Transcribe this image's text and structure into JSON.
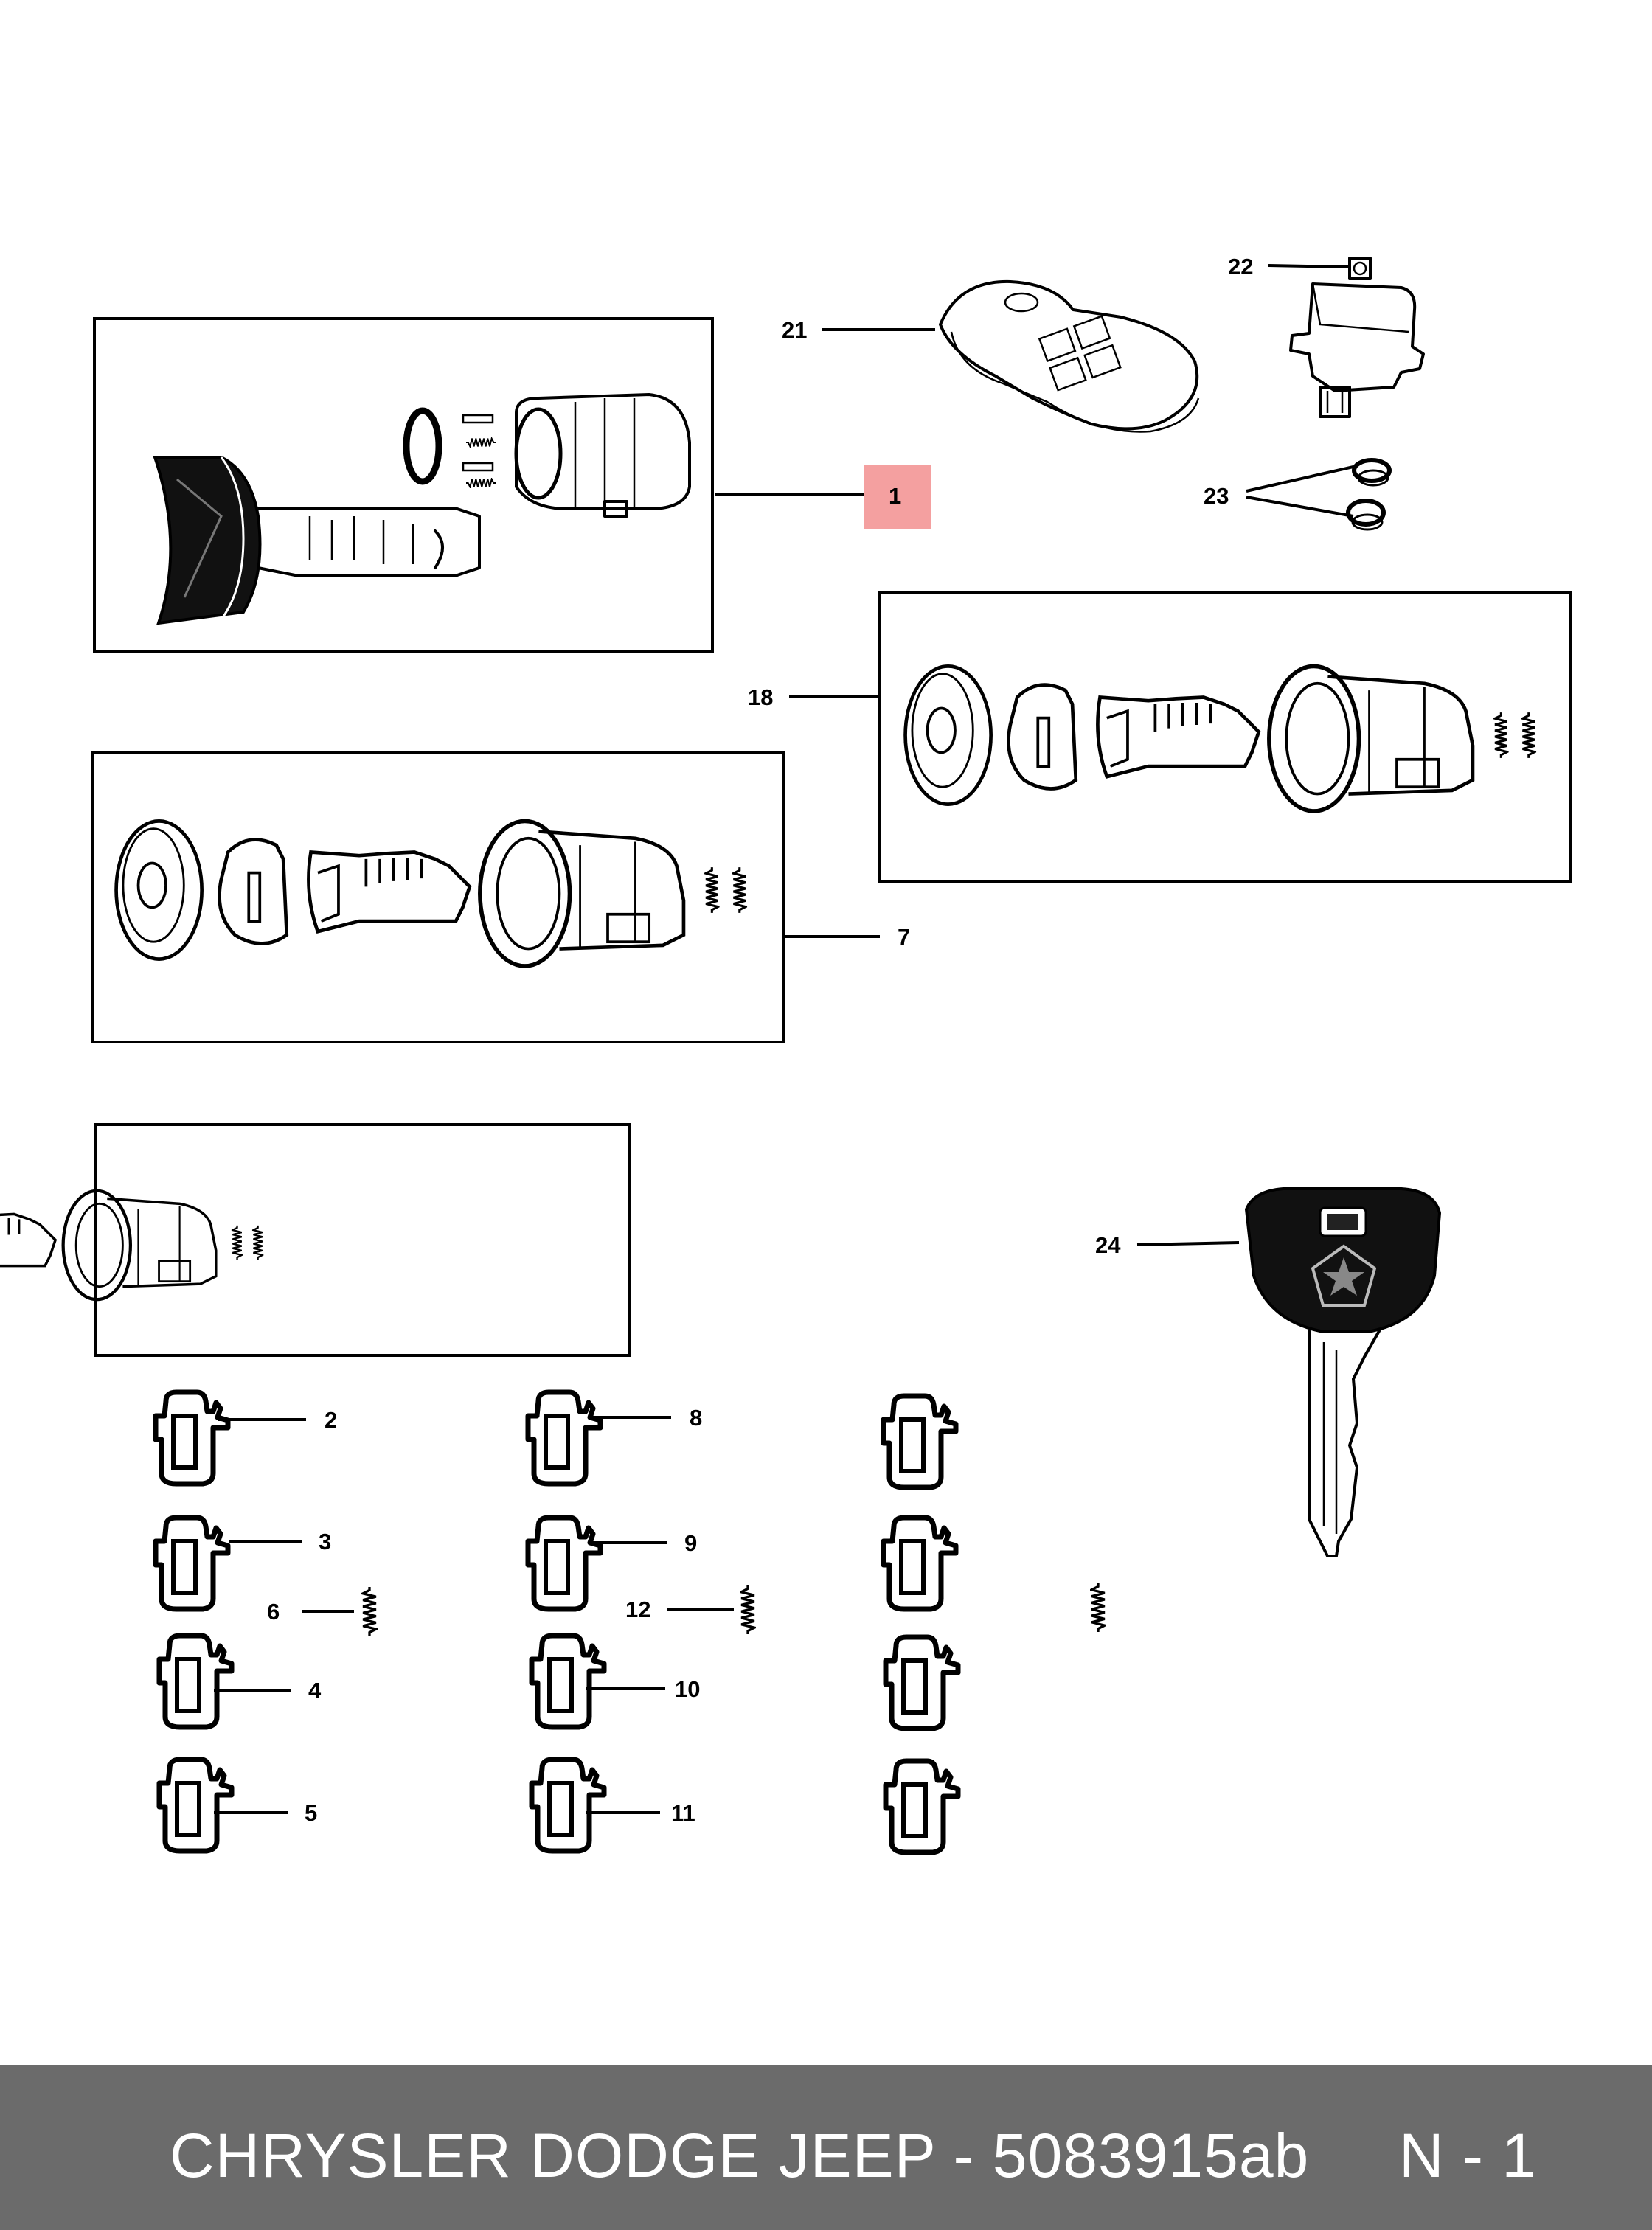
{
  "callouts": {
    "c1": "1",
    "c2": "2",
    "c3": "3",
    "c4": "4",
    "c5": "5",
    "c6": "6",
    "c7": "7",
    "c8": "8",
    "c9": "9",
    "c10": "10",
    "c11": "11",
    "c12": "12",
    "c18": "18",
    "c21": "21",
    "c22": "22",
    "c23": "23",
    "c24": "24"
  },
  "highlight_color": "#f4a0a0",
  "footer": {
    "text": "CHRYSLER DODGE JEEP - 5083915ab     N - 1",
    "background": "#6b6b6b"
  }
}
